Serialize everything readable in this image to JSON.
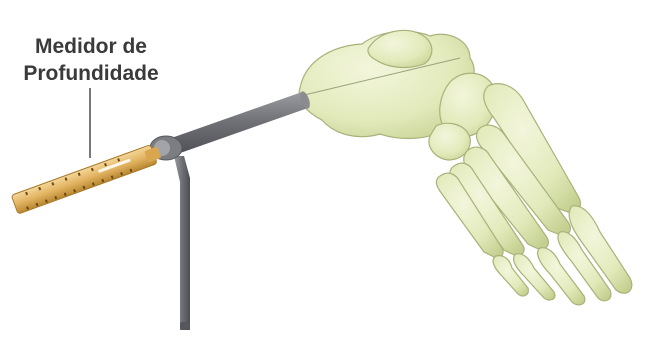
{
  "label": {
    "line1": "Medidor de",
    "line2": "Profundidade"
  },
  "colors": {
    "label_text": "#3a3a3a",
    "leader_line": "#4a4a4a",
    "gauge_gold": "#e2b462",
    "gauge_dark": "#b8862f",
    "rod_gray": "#6f7176",
    "bone": "#e4ebc0",
    "bone_shade": "#c7d39a",
    "bone_outline": "#a8b27a"
  },
  "illustration": {
    "instrument": "depth-gauge",
    "subject": "foot-skeleton"
  }
}
